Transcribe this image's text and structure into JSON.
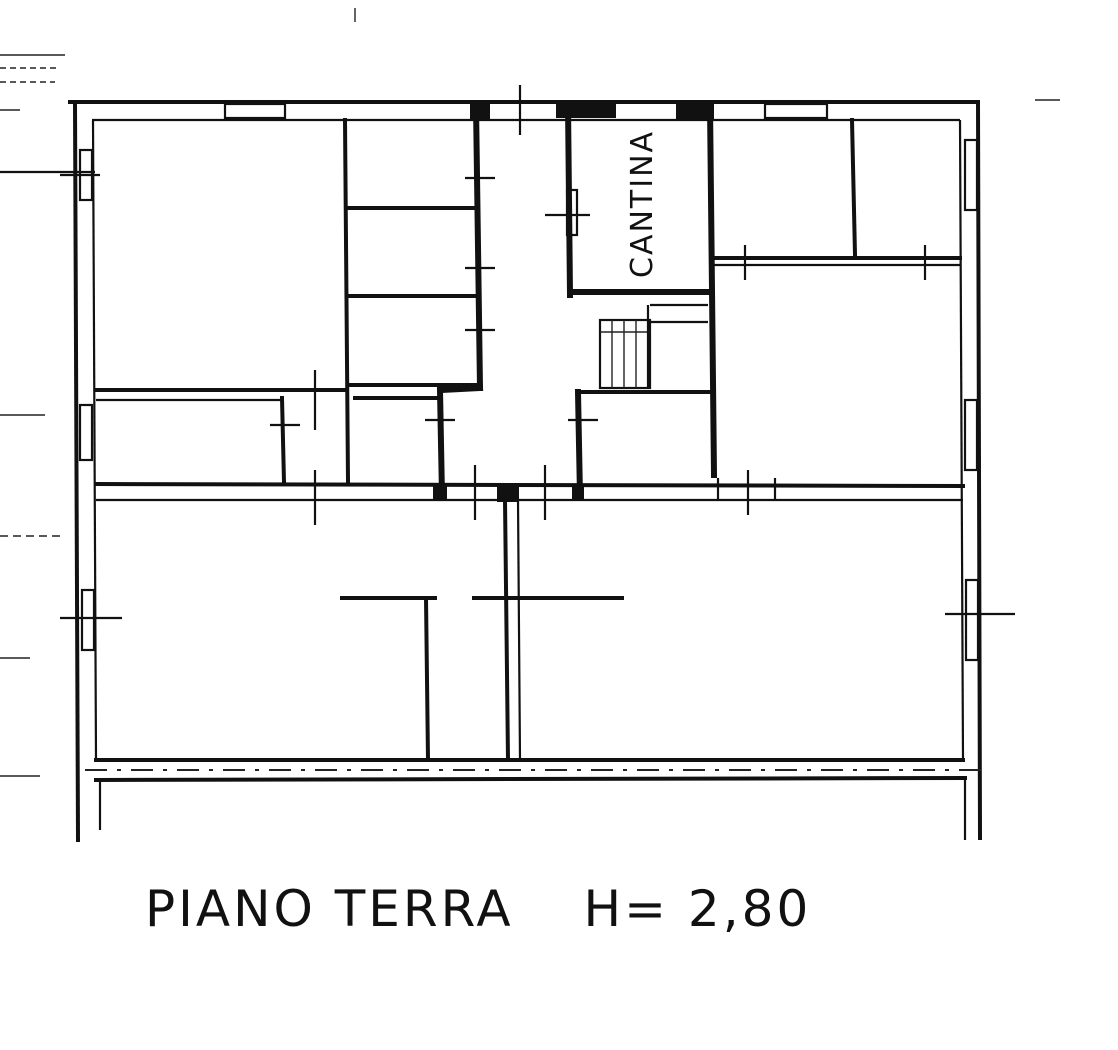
{
  "plan": {
    "room_labels": {
      "cellar": "CANTINA"
    },
    "title": {
      "floor": "PIANO TERRA",
      "height": "H= 2,80"
    }
  }
}
